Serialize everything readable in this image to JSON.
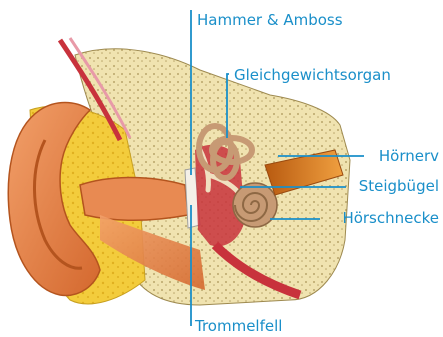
{
  "labels": {
    "hammer_amboss": "Hammer & Amboss",
    "gleichgewichtsorgan": "Gleichgewichtsorgan",
    "hoernerv": "Hörnerv",
    "steigbuegel": "Steigbügel",
    "hoerschnecke": "Hörschnecke",
    "trommelfell": "Trommelfell"
  },
  "colors": {
    "label_text": "#1a8fc9",
    "leader_line": "#1a8fc9",
    "skin": "#e88a52",
    "skin_dark": "#c8602a",
    "fat": "#f3cc3c",
    "bone": "#f0e3b0",
    "bone_pores": "#b9a56a",
    "canal_red": "#c8323c",
    "cochlea": "#c79a74",
    "nerve": "#d67a1e"
  }
}
